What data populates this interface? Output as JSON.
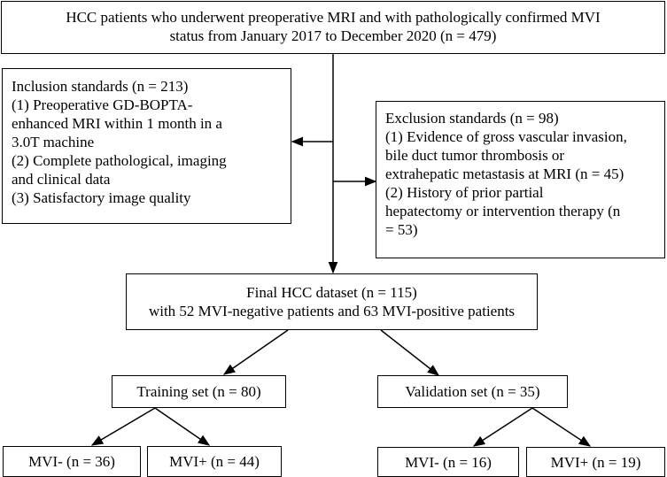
{
  "boxes": {
    "patients": {
      "lines": [
        "HCC patients who underwent preoperative MRI and with  pathologically confirmed MVI",
        "status from January 2017 to December 2020 (n = 479)"
      ]
    },
    "inclusion": {
      "lines": [
        "Inclusion standards (n = 213)",
        "(1) Preoperative GD-BOPTA-",
        "enhanced MRI within 1 month in a",
        "3.0T machine",
        "(2) Complete pathological, imaging",
        "and clinical data",
        "(3) Satisfactory image quality"
      ]
    },
    "exclusion": {
      "lines": [
        "Exclusion standards (n = 98)",
        "(1) Evidence of gross vascular invasion,",
        "bile duct tumor thrombosis or",
        "extrahepatic metastasis at MRI (n = 45)",
        "(2) History of prior partial",
        "hepatectomy or intervention therapy (n",
        "= 53)"
      ]
    },
    "final": {
      "lines": [
        "Final HCC dataset (n = 115)",
        "with 52 MVI-negative patients and 63 MVI-positive patients"
      ]
    },
    "training": {
      "lines": [
        "Training set (n = 80)"
      ]
    },
    "validation": {
      "lines": [
        "Validation set (n = 35)"
      ]
    },
    "train_neg": {
      "lines": [
        "MVI- (n = 36)"
      ]
    },
    "train_pos": {
      "lines": [
        "MVI+ (n = 44)"
      ]
    },
    "val_neg": {
      "lines": [
        "MVI- (n = 16)"
      ]
    },
    "val_pos": {
      "lines": [
        "MVI+ (n = 19)"
      ]
    }
  }
}
